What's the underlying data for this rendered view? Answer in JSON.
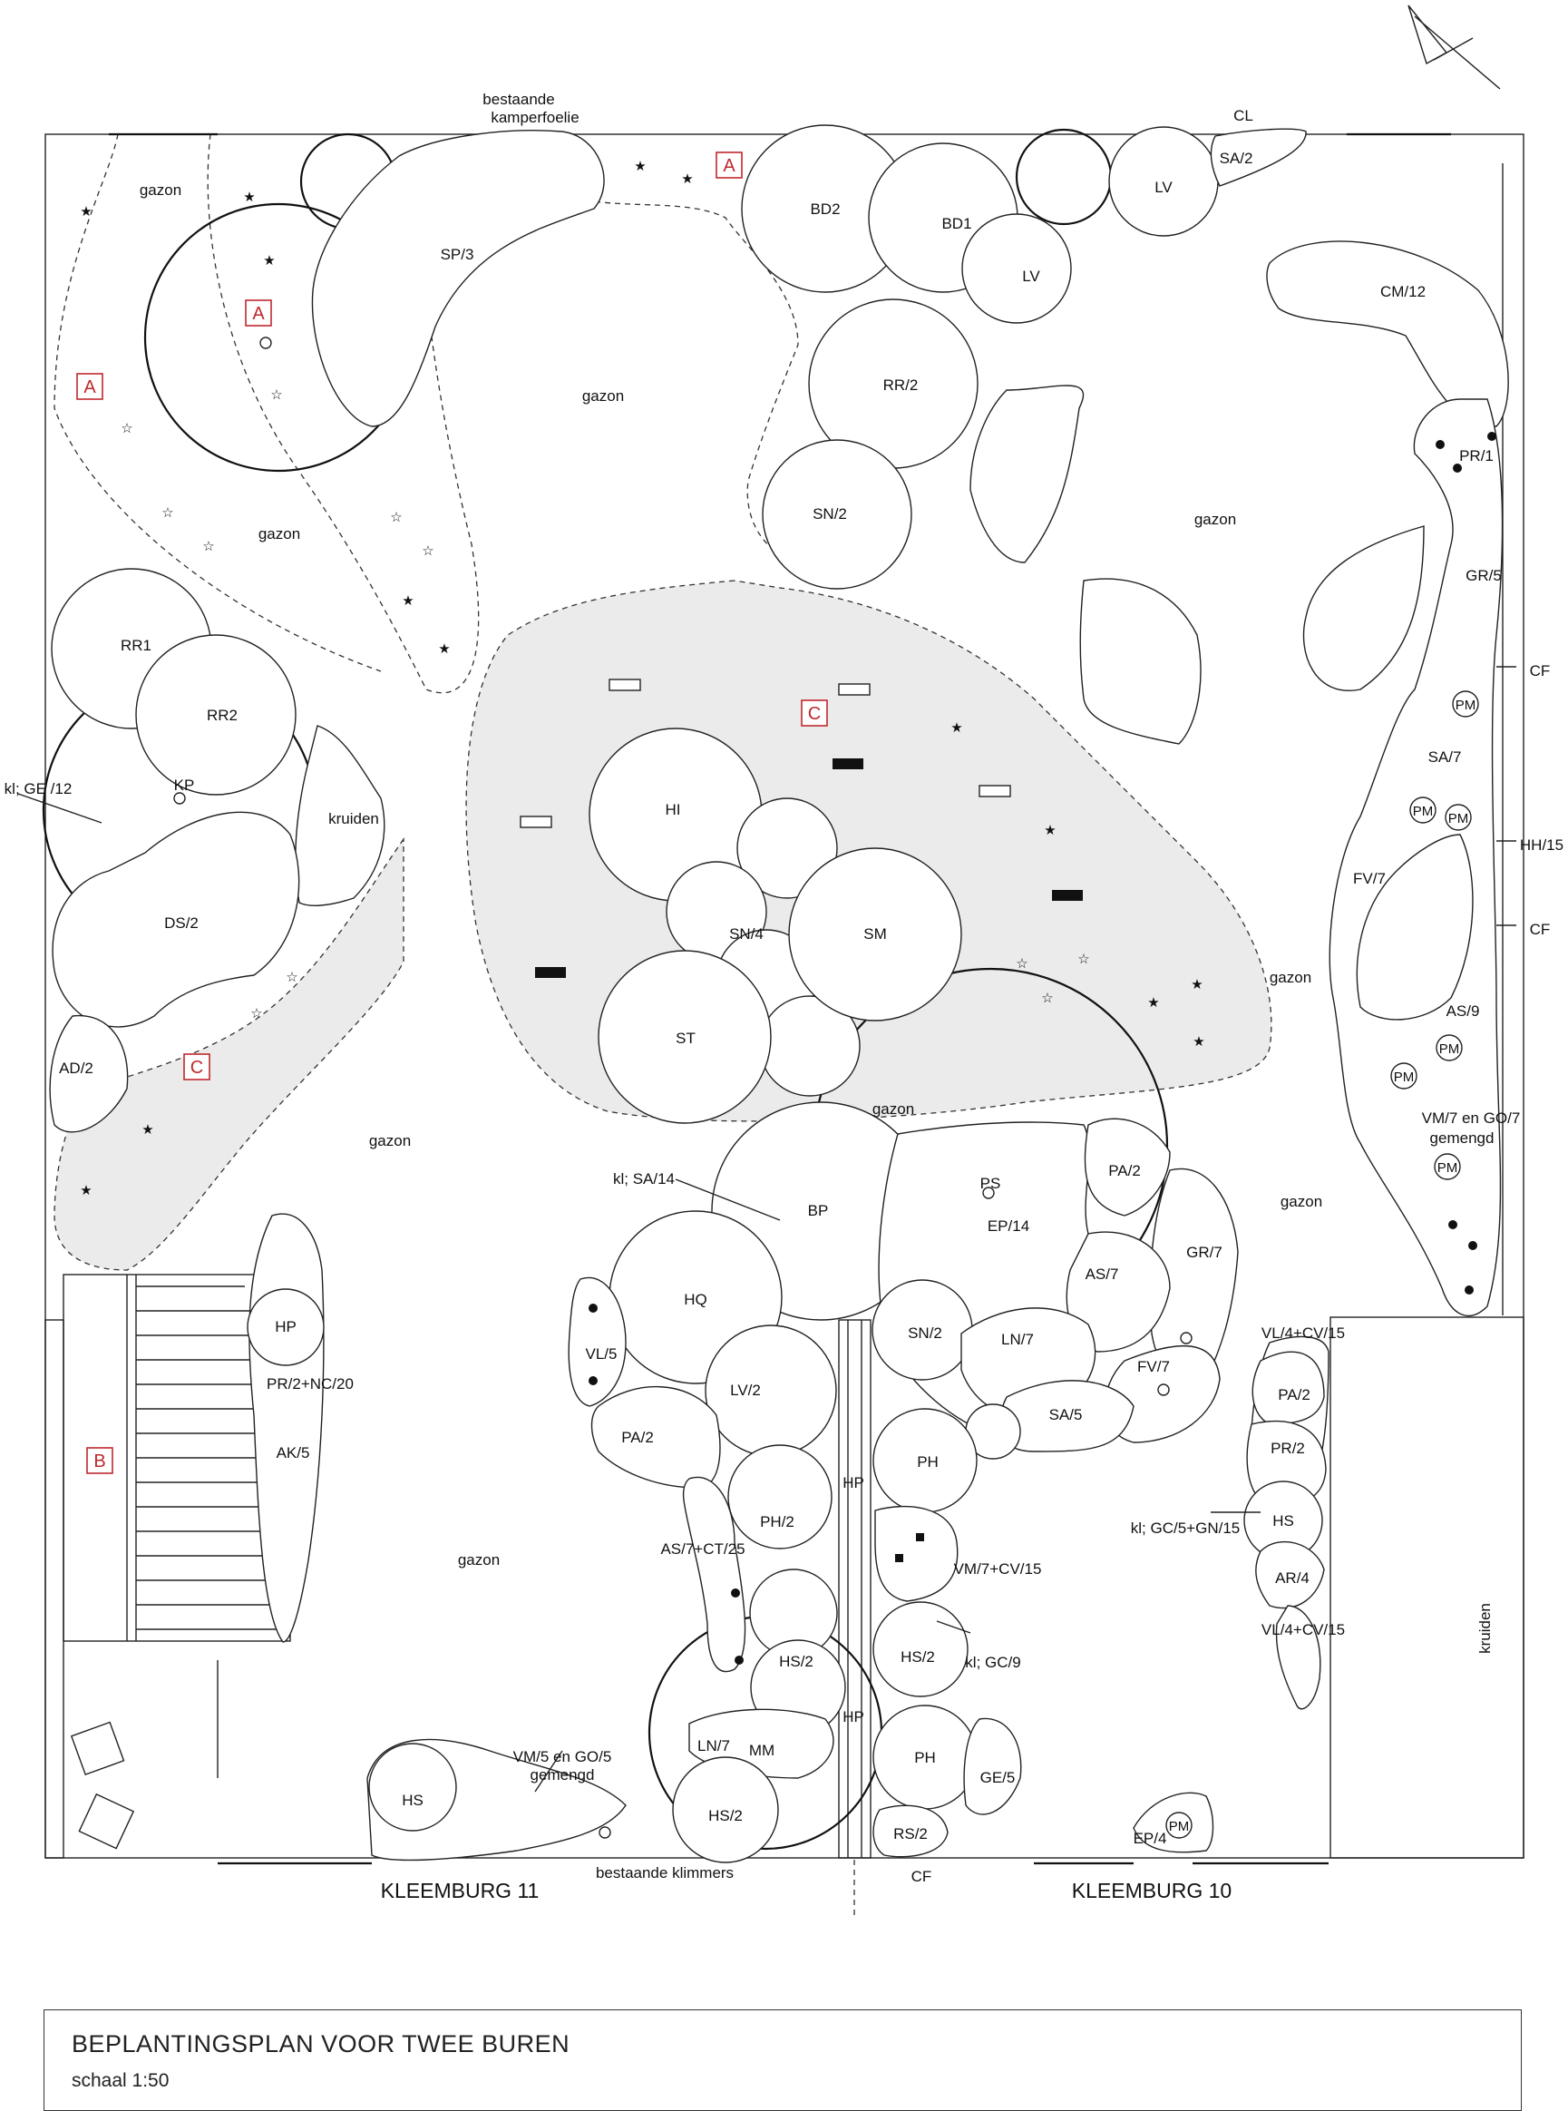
{
  "street_labels": {
    "left": "KLEEMBURG 11",
    "right": "KLEEMBURG 10"
  },
  "title_block": {
    "title": "BEPLANTINGSPLAN VOOR TWEE BUREN",
    "scale": "schaal 1:50"
  },
  "zone_codes": {
    "a": "A",
    "b": "B",
    "c": "C"
  },
  "common_labels": {
    "lawn": "gazon",
    "herbs": "kruiden",
    "existing_honeysuckle_line1": "bestaande",
    "existing_honeysuckle_line2": "kamperfoelie",
    "existing_climbers": "bestaande klimmers",
    "mixed": "gemengd"
  },
  "plant_labels": {
    "sp3": "SP/3",
    "bd2": "BD2",
    "bd1": "BD1",
    "lv": "LV",
    "cl": "CL",
    "sa2": "SA/2",
    "cm12": "CM/12",
    "rr2": "RR/2",
    "sn2": "SN/2",
    "pr1": "PR/1",
    "gr5": "GR/5",
    "cf": "CF",
    "pm": "PM",
    "sa7": "SA/7",
    "hh15": "HH/15",
    "fv7": "FV/7",
    "as9": "AS/9",
    "vm7go7": "VM/7 en GO/7",
    "rr1": "RR1",
    "rr2b": "RR2",
    "kp": "KP",
    "klge12": "kl; GE /12",
    "ds2": "DS/2",
    "ad2": "AD/2",
    "hi": "HI",
    "sn4": "SN/4",
    "sm": "SM",
    "st": "ST",
    "klsa14": "kl; SA/14",
    "bp": "BP",
    "ps": "PS",
    "ep14": "EP/14",
    "pa2": "PA/2",
    "gr7": "GR/7",
    "as7": "AS/7",
    "hq": "HQ",
    "vl5": "VL/5",
    "lv2": "LV/2",
    "ln7": "LN/7",
    "fv7b": "FV/7",
    "sa5": "SA/5",
    "ph": "PH",
    "hp": "HP",
    "ph2": "PH/2",
    "as7ct25": "AS/7+CT/25",
    "vm7cv15": "VM/7+CV/15",
    "hs2": "HS/2",
    "klgc9": "kl; GC/9",
    "mm": "MM",
    "hs": "HS",
    "vm5go5": "VM/5 en GO/5",
    "ge5": "GE/5",
    "rs2": "RS/2",
    "ep4": "EP/4",
    "vl4cv15": "VL/4+CV/15",
    "pr2": "PR/2",
    "klgc5gn15": "kl; GC/5+GN/15",
    "ar4": "AR/4",
    "pr2nc20": "PR/2+NC/20",
    "ak5": "AK/5"
  }
}
